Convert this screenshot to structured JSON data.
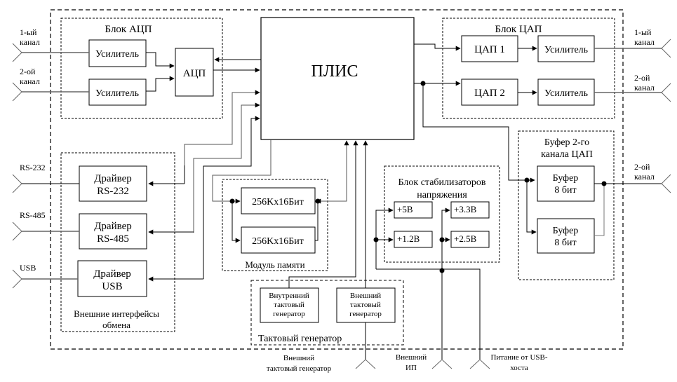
{
  "title": "Block diagram",
  "blocks": {
    "adc_group": {
      "title": "Блок АЦП",
      "amp1": "Усилитель",
      "amp2": "Усилитель",
      "adc": "АЦП"
    },
    "fpga": {
      "label": "ПЛИС"
    },
    "dac_group": {
      "title": "Блок ЦАП",
      "dac1": "ЦАП 1",
      "dac2": "ЦАП 2",
      "amp1": "Усилитель",
      "amp2": "Усилитель"
    },
    "interfaces_group": {
      "title_line1": "Внешние интерфейсы",
      "title_line2": "обмена",
      "rs232_l1": "Драйвер",
      "rs232_l2": "RS-232",
      "rs485_l1": "Драйвер",
      "rs485_l2": "RS-485",
      "usb_l1": "Драйвер",
      "usb_l2": "USB"
    },
    "memory_group": {
      "title": "Модуль памяти",
      "mem1": "256Kx16Бит",
      "mem2": "256Kx16Бит"
    },
    "stabilizers_group": {
      "title_line1": "Блок стабилизаторов",
      "title_line2": "напряжения",
      "v5": "+5В",
      "v33": "+3.3В",
      "v12": "+1.2В",
      "v25": "+2.5В"
    },
    "buffer_group": {
      "title_line1": "Буфер 2-го",
      "title_line2": "канала ЦАП",
      "buf1_l1": "Буфер",
      "buf1_l2": "8 бит",
      "buf2_l1": "Буфер",
      "buf2_l2": "8 бит"
    },
    "clock_group": {
      "title": "Тактовый генератор",
      "internal_l1": "Внутренний",
      "internal_l2": "тактовый",
      "internal_l3": "генератор",
      "external_l1": "Внешний",
      "external_l2": "тактовый",
      "external_l3": "генератор"
    }
  },
  "connectors": {
    "in_ch1_l1": "1-ый",
    "in_ch1_l2": "канал",
    "in_ch2_l1": "2-ой",
    "in_ch2_l2": "канал",
    "out_ch1_l1": "1-ый",
    "out_ch1_l2": "канал",
    "out_ch2_l1": "2-ой",
    "out_ch2_l2": "канал",
    "buf_ch2_l1": "2-ой",
    "buf_ch2_l2": "канал",
    "rs232": "RS-232",
    "rs485": "RS-485",
    "usb": "USB",
    "ext_clock_l1": "Внешний",
    "ext_clock_l2": "тактовый генератор",
    "ext_power_l1": "Внешний",
    "ext_power_l2": "ИП",
    "usb_power_l1": "Питание от USB-",
    "usb_power_l2": "хоста"
  }
}
